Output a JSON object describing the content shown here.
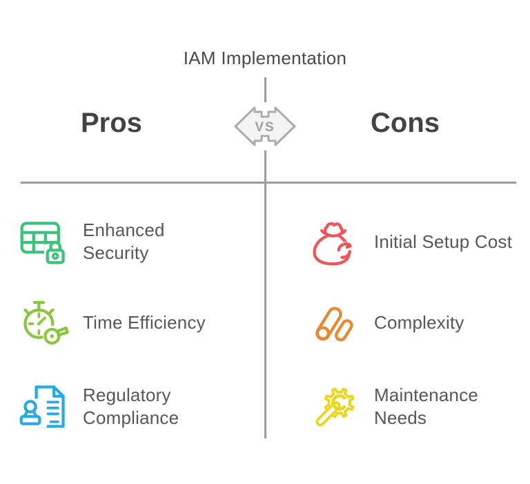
{
  "title": "IAM Implementation",
  "badge": {
    "label": "VS"
  },
  "pros": {
    "heading": "Pros",
    "items": [
      {
        "label": "Enhanced Security",
        "icon": "table-lock",
        "color": "#3CC27C"
      },
      {
        "label": "Time Efficiency",
        "icon": "stopwatch-whistle",
        "color": "#8CC63F"
      },
      {
        "label": "Regulatory Compliance",
        "icon": "document-stamp",
        "color": "#29ABE2"
      }
    ]
  },
  "cons": {
    "heading": "Cons",
    "items": [
      {
        "label": "Initial Setup Cost",
        "icon": "money-bag-arrow",
        "color": "#F05456"
      },
      {
        "label": "Complexity",
        "icon": "capsules",
        "color": "#E78A2F"
      },
      {
        "label": "Maintenance Needs",
        "icon": "gear-wrench",
        "color": "#E9D71C"
      }
    ]
  },
  "colors": {
    "divider_line": "#9B9B9B",
    "title_text": "#4A4A4A",
    "heading_text": "#434343",
    "item_text": "#56575B",
    "badge_fill": "#F4F4F4",
    "badge_stroke": "#ACACAC",
    "badge_text": "#9E9E9E"
  }
}
